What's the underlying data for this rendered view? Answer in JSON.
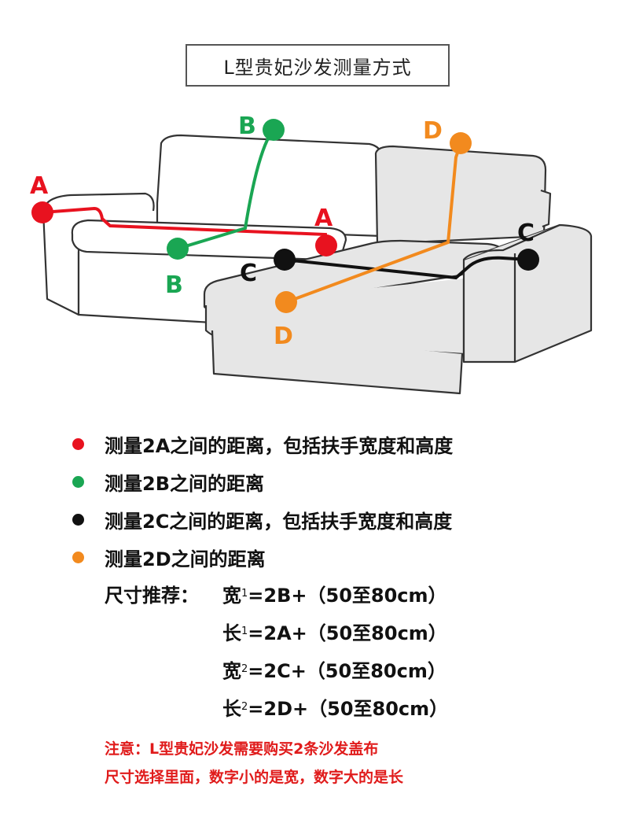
{
  "title": "L型贵妃沙发测量方式",
  "colors": {
    "A": "#e8121f",
    "B": "#1aa653",
    "C": "#111111",
    "D": "#f28a1e",
    "note": "#e01b1b"
  },
  "diagram_labels": {
    "A_left": "A",
    "A_right": "A",
    "B_top": "B",
    "B_bottom": "B",
    "C_left": "C",
    "C_right": "C",
    "D_top": "D",
    "D_bottom": "D"
  },
  "legend": [
    {
      "key": "A",
      "text": "测量2A之间的距离，包括扶手宽度和高度"
    },
    {
      "key": "B",
      "text": "测量2B之间的距离"
    },
    {
      "key": "C",
      "text": "测量2C之间的距离，包括扶手宽度和高度"
    },
    {
      "key": "D",
      "text": "测量2D之间的距离"
    }
  ],
  "size_recommendation": {
    "heading": "尺寸推荐：",
    "rows": [
      {
        "main": "宽",
        "sub": "1",
        "formula": "=2B+（50至80cm）"
      },
      {
        "main": "长",
        "sub": "1",
        "formula": "=2A+（50至80cm）"
      },
      {
        "main": "宽",
        "sub": "2",
        "formula": "=2C+（50至80cm）"
      },
      {
        "main": "长",
        "sub": "2",
        "formula": "=2D+（50至80cm）"
      }
    ]
  },
  "note": [
    "注意：L型贵妃沙发需要购买2条沙发盖布",
    "尺寸选择里面，数字小的是宽，数字大的是长"
  ]
}
